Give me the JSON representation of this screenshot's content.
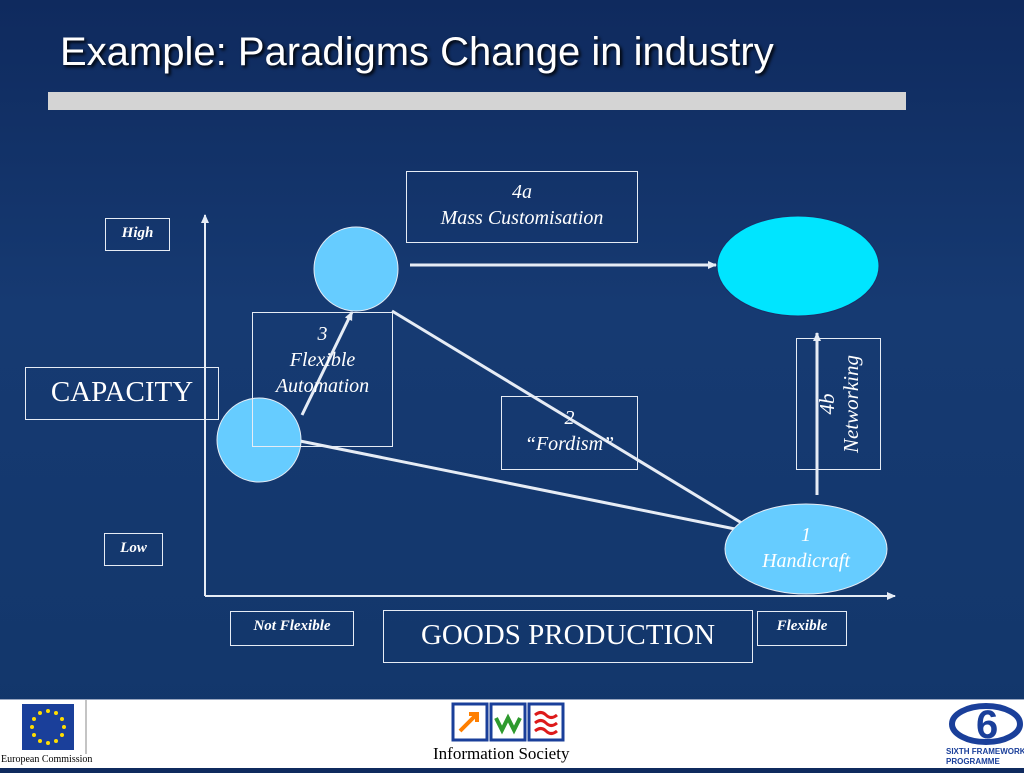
{
  "slide": {
    "title": "Example: Paradigms Change in industry"
  },
  "diagram": {
    "y_axis": {
      "label": "CAPACITY",
      "high_label": "High",
      "low_label": "Low"
    },
    "x_axis": {
      "label": "GOODS PRODUCTION",
      "left_label": "Not Flexible",
      "right_label": "Flexible"
    },
    "stages": [
      {
        "id": "1",
        "name": "Handicraft"
      },
      {
        "id": "2",
        "name": "“Fordism”"
      },
      {
        "id": "3",
        "name_line1": "Flexible",
        "name_line2": "Automation"
      },
      {
        "id": "4a",
        "name": "Mass Customisation"
      },
      {
        "id": "4b",
        "name": "Networking"
      }
    ],
    "colors": {
      "circle_light": "#66ccff",
      "ellipse_cyan": "#00e5ff",
      "line": "#e6ecf5"
    }
  },
  "footer": {
    "left_logo_text": "European Commission",
    "center_logo_text": "Information Society",
    "right_logo_line1": "SIXTH FRAMEWORK",
    "right_logo_line2": "PROGRAMME"
  }
}
